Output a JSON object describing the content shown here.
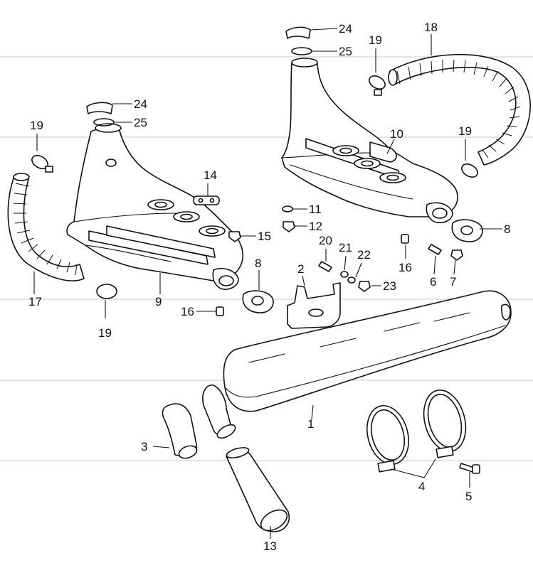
{
  "labels": {
    "p1": "1",
    "p2": "2",
    "p3": "3",
    "p4": "4",
    "p5": "5",
    "p6": "6",
    "p7": "7",
    "p8a": "8",
    "p8b": "8",
    "p9": "9",
    "p10": "10",
    "p11": "11",
    "p12": "12",
    "p13": "13",
    "p14": "14",
    "p15": "15",
    "p16a": "16",
    "p16b": "16",
    "p17": "17",
    "p18": "18",
    "p19a": "19",
    "p19b": "19",
    "p19c": "19",
    "p19d": "19",
    "p20": "20",
    "p21": "21",
    "p22": "22",
    "p23": "23",
    "p24a": "24",
    "p24b": "24",
    "p25a": "25",
    "p25b": "25"
  },
  "colors": {
    "line": "#111111",
    "guide": "#c9c9c9",
    "background": "#ffffff"
  }
}
